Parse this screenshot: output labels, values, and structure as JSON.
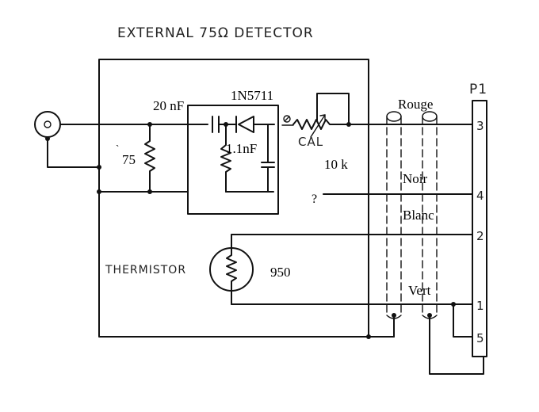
{
  "diagram": {
    "title": "EXTERNAL 75Ω DETECTOR",
    "capacitor_label": "20 nF",
    "diode_label": "1N5711",
    "bypass_cap_label": "1.1nF",
    "input_resistor_label": "75",
    "input_resistor_tick": "`",
    "pot_label": "CAL",
    "pot_value_label": "10 k",
    "thermistor_label": "THERMISTOR",
    "thermistor_value_label": "950",
    "connector_label": "P1",
    "unknown_label": "?",
    "wire_labels": {
      "rouge": "Rouge",
      "noir": "Noir",
      "blanc": "Blanc",
      "vert": "Vert"
    },
    "pins": [
      "3",
      "4",
      "2",
      "1",
      "5"
    ]
  }
}
